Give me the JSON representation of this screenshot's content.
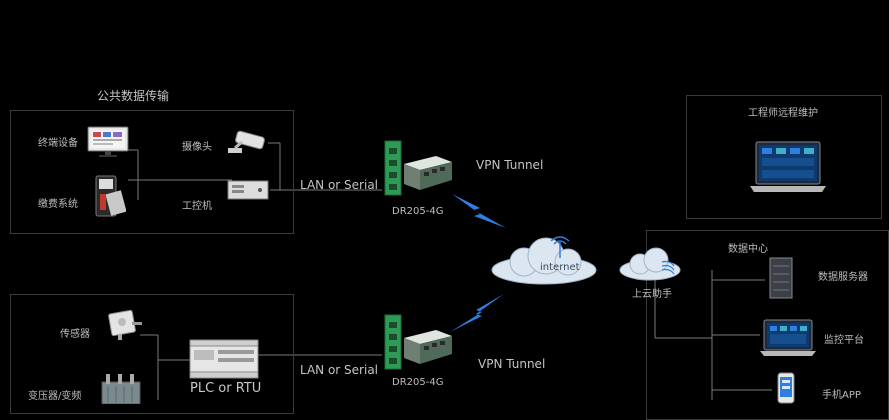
{
  "top_group": {
    "title": "公共数据传输",
    "terminal_label": "终端设备",
    "payment_label": "缴费系统",
    "camera_label": "摄像头",
    "ipc_label": "工控机",
    "link_label": "LAN or Serial",
    "router_label": "DR205-4G",
    "tunnel_label": "VPN Tunnel"
  },
  "bottom_group": {
    "sensor_label": "传感器",
    "transformer_label": "变压器/变频",
    "plc_label": "PLC or RTU",
    "link_label": "LAN or Serial",
    "router_label": "DR205-4G",
    "tunnel_label": "VPN Tunnel"
  },
  "internet_label": "internet",
  "cloud_label": "上云助手",
  "engineer": {
    "title": "工程师远程维护"
  },
  "datacenter": {
    "title": "数据中心",
    "server_label": "数据服务器",
    "monitor_label": "监控平台",
    "app_label": "手机APP"
  },
  "colors": {
    "background": "#000000",
    "router_green": "#2e9a55",
    "lightning_blue": "#2f7fe0",
    "cloud": "#dce6f0"
  }
}
